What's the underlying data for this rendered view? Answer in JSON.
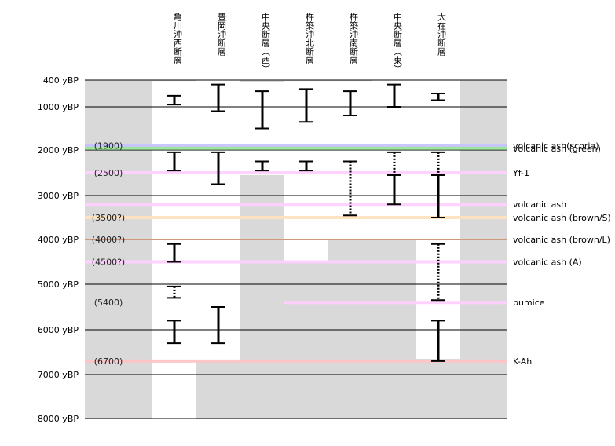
{
  "chart_data": {
    "type": "range",
    "y_unit": "yBP",
    "y_ticks": [
      {
        "value": 400,
        "label": "400 yBP"
      },
      {
        "value": 1000,
        "label": "1000 yBP"
      },
      {
        "value": 2000,
        "label": "2000 yBP"
      },
      {
        "value": 3000,
        "label": "3000 yBP"
      },
      {
        "value": 4000,
        "label": "4000 yBP"
      },
      {
        "value": 5000,
        "label": "5000 yBP"
      },
      {
        "value": 6000,
        "label": "6000 yBP"
      },
      {
        "value": 7000,
        "label": "7000 yBP"
      },
      {
        "value": 8000,
        "label": "8000 yBP"
      }
    ],
    "columns": [
      {
        "name": "亀川沖西断層",
        "known": [
          [
            420,
            8000
          ]
        ],
        "ranges": [
          {
            "from": 750,
            "to": 950,
            "style": "solid"
          },
          {
            "from": 2050,
            "to": 2450,
            "style": "solid"
          },
          {
            "from": 4100,
            "to": 4500,
            "style": "solid"
          },
          {
            "from": 5050,
            "to": 5300,
            "style": "dotted"
          },
          {
            "from": 5800,
            "to": 6300,
            "style": "solid"
          }
        ]
      },
      {
        "name": "豊岡沖断層",
        "known": [
          [
            350,
            6700
          ]
        ],
        "ranges": [
          {
            "from": 500,
            "to": 1100,
            "style": "solid"
          },
          {
            "from": 2050,
            "to": 2750,
            "style": "solid"
          },
          {
            "from": 5500,
            "to": 6300,
            "style": "solid"
          }
        ]
      },
      {
        "name": "中央断層（西）",
        "known": [
          [
            450,
            2550
          ]
        ],
        "ranges": [
          {
            "from": 650,
            "to": 1500,
            "style": "solid"
          },
          {
            "from": 2250,
            "to": 2450,
            "style": "solid"
          }
        ]
      },
      {
        "name": "杵築沖北断層",
        "known": [
          [
            420,
            4500
          ]
        ],
        "ranges": [
          {
            "from": 600,
            "to": 1350,
            "style": "solid"
          },
          {
            "from": 2250,
            "to": 2450,
            "style": "solid"
          }
        ]
      },
      {
        "name": "杵築沖南断層",
        "known": [
          [
            420,
            4000
          ]
        ],
        "ranges": [
          {
            "from": 650,
            "to": 1200,
            "style": "solid"
          },
          {
            "from": 2250,
            "to": 3450,
            "style": "dotted"
          }
        ]
      },
      {
        "name": "中央断層（東）",
        "known": [
          [
            350,
            4000
          ]
        ],
        "ranges": [
          {
            "from": 500,
            "to": 1000,
            "style": "solid"
          },
          {
            "from": 2050,
            "to": 2550,
            "style": "dotted"
          },
          {
            "from": 2550,
            "to": 3200,
            "style": "solid"
          }
        ]
      },
      {
        "name": "大在沖断層",
        "known": [
          [
            350,
            6650
          ]
        ],
        "ranges": [
          {
            "from": 700,
            "to": 850,
            "style": "solid"
          },
          {
            "from": 2050,
            "to": 2550,
            "style": "dotted"
          },
          {
            "from": 2550,
            "to": 3500,
            "style": "solid"
          },
          {
            "from": 4100,
            "to": 5350,
            "style": "dotted"
          },
          {
            "from": 5800,
            "to": 6700,
            "style": "solid"
          }
        ]
      }
    ],
    "markers": [
      {
        "age": 1900,
        "age_label": "(1900)",
        "name": "volcanic ash(scoria)",
        "color": "#c7c2ff",
        "partial": false
      },
      {
        "age": 1960,
        "age_label": "",
        "name": "volcanic ash (green)",
        "color": "#9be59b",
        "partial": false
      },
      {
        "age": 2500,
        "age_label": "(2500)",
        "name": "Yf-1",
        "color": "#ffd0ff",
        "partial": false
      },
      {
        "age": 3200,
        "age_label": "",
        "name": "volcanic ash",
        "color": "#ffd0ff",
        "partial": false
      },
      {
        "age": 3500,
        "age_label": "(3500?)",
        "name": "volcanic ash (brown/S)",
        "color": "#ffe3bf",
        "partial": false
      },
      {
        "age": 4000,
        "age_label": "(4000?)",
        "name": "volcanic ash (brown/L)",
        "color": "#d59a7a",
        "partial": false
      },
      {
        "age": 4500,
        "age_label": "(4500?)",
        "name": "volcanic ash (A)",
        "color": "#ffd0ff",
        "partial": false
      },
      {
        "age": 5400,
        "age_label": "(5400)",
        "name": "pumice",
        "color": "#ffd0ff",
        "partial": true
      },
      {
        "age": 6700,
        "age_label": "(6700)",
        "name": "K-Ah",
        "color": "#ffc4c4",
        "partial": false
      }
    ],
    "colors": {
      "unknown": "#d9d9d9",
      "known": "#ffffff",
      "bar": "#000000",
      "gridline": "#000000"
    }
  }
}
